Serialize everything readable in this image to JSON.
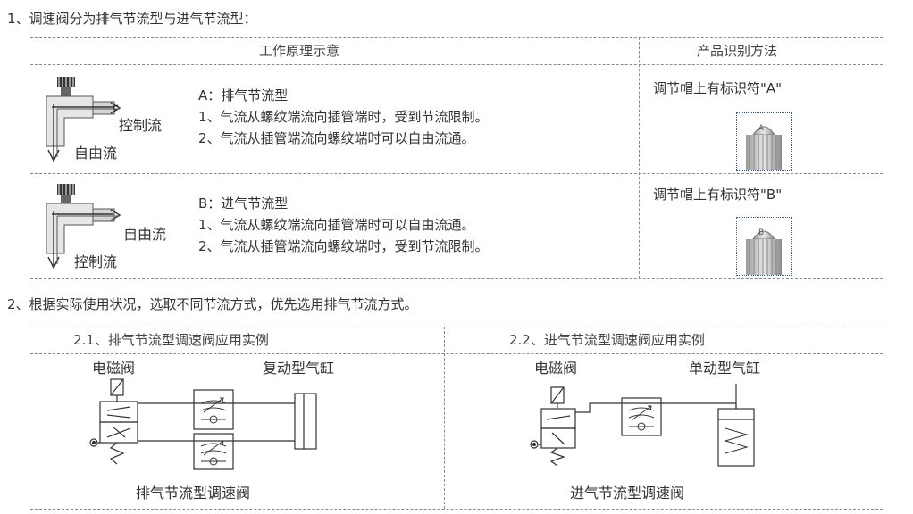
{
  "section1": {
    "title": "1、调速阀分为排气节流型与进气节流型：",
    "header_principle": "工作原理示意",
    "header_identify": "产品识别方法",
    "rowA": {
      "flow_label_right": "控制流",
      "flow_label_bottom": "自由流",
      "title": "A：排气节流型",
      "line1": "1、气流从螺纹端流向插管端时，受到节流限制。",
      "line2": "2、气流从插管端流向螺纹端时可以自由流通。",
      "identify": "调节帽上有标识符\"A\"",
      "cap_letter": "A"
    },
    "rowB": {
      "flow_label_right": "自由流",
      "flow_label_bottom": "控制流",
      "title": "B：进气节流型",
      "line1": "1、气流从螺纹端流向插管端时可以自由流通。",
      "line2": "2、气流从插管端流向螺纹端时，受到节流限制。",
      "identify": "调节帽上有标识符\"B\"",
      "cap_letter": "B"
    }
  },
  "section2": {
    "title": "2、根据实际使用状况，选取不同节流方式，优先选用排气节流方式。",
    "left": {
      "header": "2.1、排气节流型调速阀应用实例",
      "valve_label": "电磁阀",
      "cylinder_label": "复动型气缸",
      "caption": "排气节流型调速阀"
    },
    "right": {
      "header": "2.2、进气节流型调速阀应用实例",
      "valve_label": "电磁阀",
      "cylinder_label": "单动型气缸",
      "caption": "进气节流型调速阀"
    }
  },
  "colors": {
    "line": "#8a8a8a",
    "text": "#333333",
    "ink": "#333333",
    "photo_border": "#2a5aa8"
  }
}
